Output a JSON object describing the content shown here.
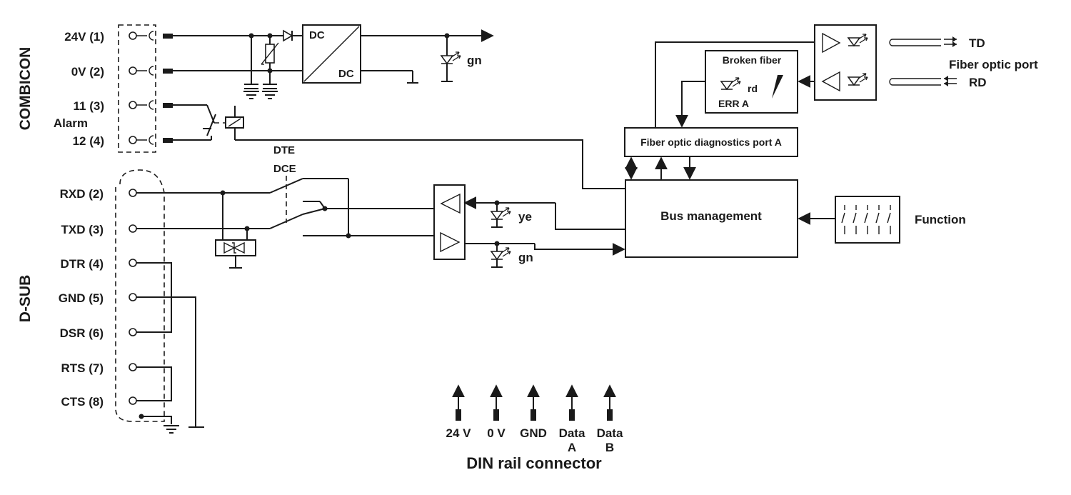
{
  "sections": {
    "combicon": "COMBICON",
    "dsub": "D-SUB"
  },
  "combicon_pins": [
    "24V (1)",
    "0V (2)",
    "11 (3)",
    "12 (4)"
  ],
  "alarm_label": "Alarm",
  "dsub_pins": [
    "RXD (2)",
    "TXD (3)",
    "DTR (4)",
    "GND (5)",
    "DSR (6)",
    "RTS (7)",
    "CTS (8)"
  ],
  "converter": {
    "in": "DC",
    "out": "DC"
  },
  "switch_labels": {
    "dte": "DTE",
    "dce": "DCE"
  },
  "leds": {
    "power": "gn",
    "rx": "ye",
    "tx": "gn",
    "error": "rd"
  },
  "broken_fiber": {
    "title": "Broken fiber",
    "err": "ERR A"
  },
  "diagnostics_label": "Fiber optic diagnostics port A",
  "bus_management_label": "Bus management",
  "function_label": "Function",
  "fiber": {
    "td": "TD",
    "rd": "RD",
    "port": "Fiber optic port"
  },
  "din_rail": {
    "labels": [
      "24 V",
      "0 V",
      "GND",
      "Data",
      "Data"
    ],
    "sublabels": [
      "",
      "",
      "",
      "A",
      "B"
    ],
    "title": "DIN rail connector"
  },
  "icons": [
    "led-icon",
    "relay-icon",
    "diode-icon",
    "varistor-icon",
    "capacitor-icon",
    "ground-icon",
    "buffer-icon",
    "arrow-icon"
  ]
}
